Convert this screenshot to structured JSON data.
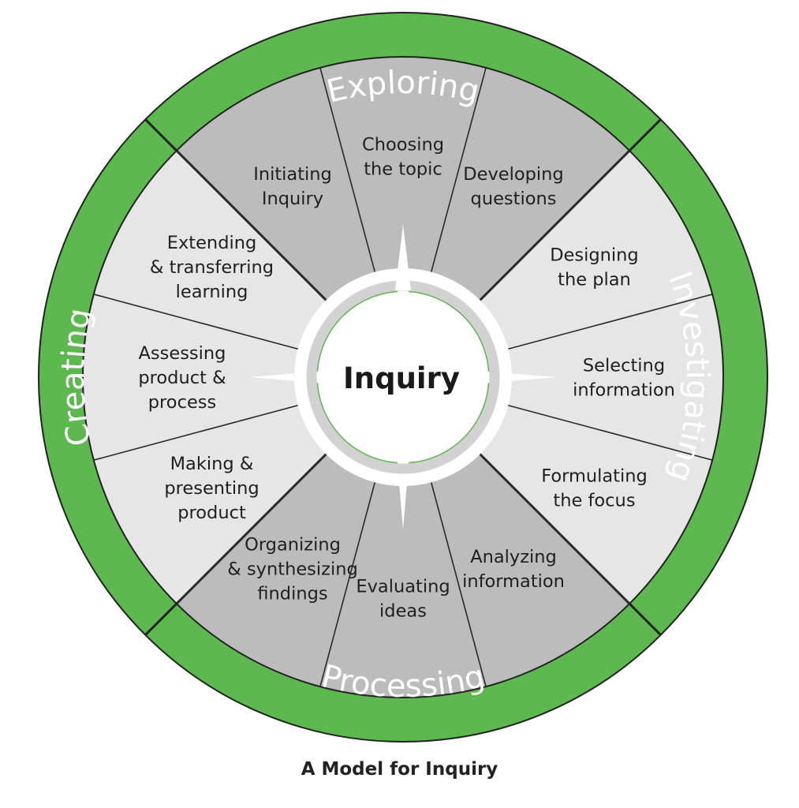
{
  "caption": "A Model for Inquiry",
  "center_label": "Inquiry",
  "colors": {
    "ring_green": "#5cb84f",
    "ring_outline": "#222222",
    "segment_dark": "#bcbcbc",
    "segment_light": "#e6e6e6",
    "spoke": "#2a2a2a",
    "hub": "#ffffff",
    "hub_ring": "#d2d2d2"
  },
  "phases": [
    {
      "label": "Exploring"
    },
    {
      "label": "Investigating"
    },
    {
      "label": "Processing"
    },
    {
      "label": "Creating"
    }
  ],
  "segments": [
    {
      "lines": [
        "Choosing",
        "the topic"
      ],
      "shade": "dark"
    },
    {
      "lines": [
        "Developing",
        "questions"
      ],
      "shade": "dark"
    },
    {
      "lines": [
        "Designing",
        "the plan"
      ],
      "shade": "light"
    },
    {
      "lines": [
        "Selecting",
        "information"
      ],
      "shade": "light"
    },
    {
      "lines": [
        "Formulating",
        "the focus"
      ],
      "shade": "light"
    },
    {
      "lines": [
        "Analyzing",
        "information"
      ],
      "shade": "dark"
    },
    {
      "lines": [
        "Evaluating",
        "ideas"
      ],
      "shade": "dark"
    },
    {
      "lines": [
        "Organizing",
        "& synthesizing",
        "findings"
      ],
      "shade": "dark"
    },
    {
      "lines": [
        "Making &",
        "presenting",
        "product"
      ],
      "shade": "light"
    },
    {
      "lines": [
        "Assessing",
        "product &",
        "process"
      ],
      "shade": "light"
    },
    {
      "lines": [
        "Extending",
        "& transferring",
        "learning"
      ],
      "shade": "light"
    },
    {
      "lines": [
        "Initiating",
        "Inquiry"
      ],
      "shade": "dark"
    }
  ]
}
